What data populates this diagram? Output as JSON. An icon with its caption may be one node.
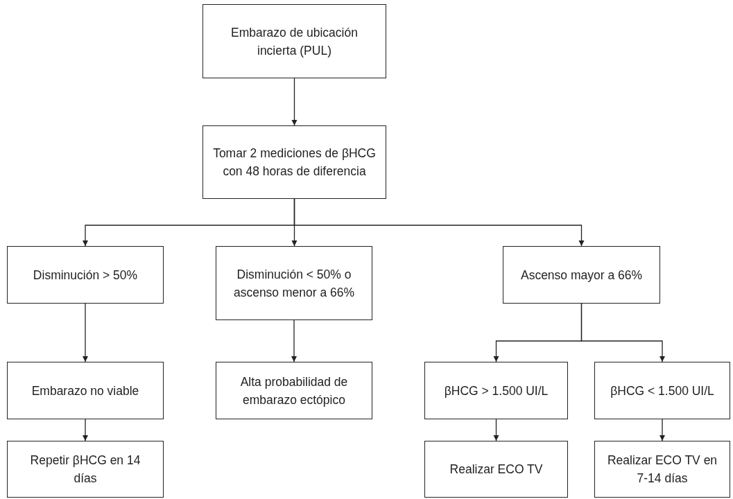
{
  "diagram": {
    "nodes": [
      {
        "text": [
          "Embarazo de ubicación incierta (PUL)"
        ]
      },
      {
        "text": [
          "Tomar 2 mediciones de βHCG con 48 horas de diferencia"
        ]
      },
      {
        "text": [
          "Disminución > 50%"
        ]
      },
      {
        "text": [
          "Disminución < 50% o ascenso menor a 66%"
        ]
      },
      {
        "text": [
          "Ascenso mayor a 66%"
        ]
      },
      {
        "text": [
          "Embarazo no viable"
        ]
      },
      {
        "text": [
          "Alta probabilidad de embarazo ectópico"
        ]
      },
      {
        "text": [
          "βHCG > 1.500 UI/L"
        ]
      },
      {
        "text": [
          "βHCG < 1.500 UI/L"
        ]
      },
      {
        "text": [
          "Repetir βHCG en 14 días"
        ]
      },
      {
        "text": [
          "Realizar ECO TV"
        ]
      },
      {
        "text": [
          "Realizar ECO TV en 7-14 días"
        ]
      }
    ],
    "edges": [
      {
        "from": 0,
        "to": 1,
        "arrow": "to"
      },
      {
        "from": 1,
        "to": 2,
        "arrow": "to"
      },
      {
        "from": 1,
        "to": 3,
        "arrow": "to"
      },
      {
        "from": 1,
        "to": 4,
        "arrow": "to"
      },
      {
        "from": 2,
        "to": 5,
        "arrow": "to"
      },
      {
        "from": 3,
        "to": 6,
        "arrow": "to"
      },
      {
        "from": 4,
        "to": 7,
        "arrow": "to"
      },
      {
        "from": 4,
        "to": 8,
        "arrow": "to"
      },
      {
        "from": 5,
        "to": 9,
        "arrow": "to"
      },
      {
        "from": 7,
        "to": 10,
        "arrow": "to"
      },
      {
        "from": 8,
        "to": 11,
        "arrow": "to"
      }
    ]
  }
}
